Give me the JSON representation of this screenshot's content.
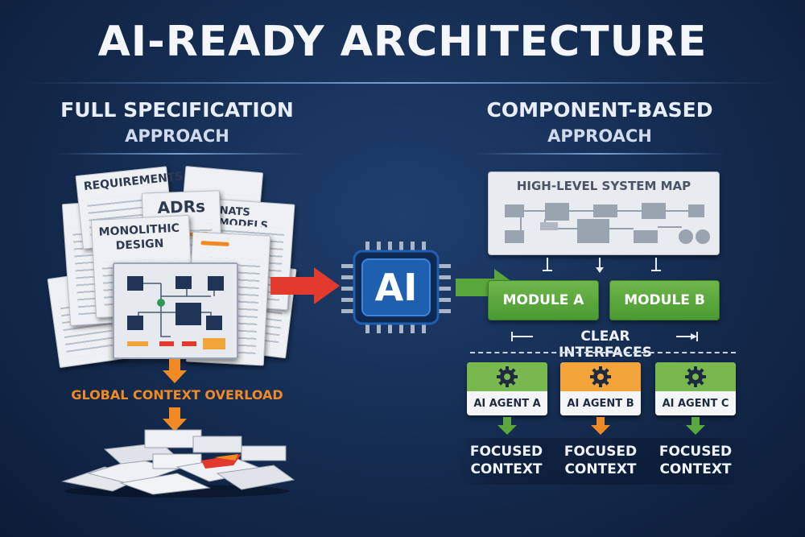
{
  "title": "AI-READY ARCHITECTURE",
  "left": {
    "heading": "FULL SPECIFICATION",
    "subheading": "APPROACH",
    "docs": {
      "requirements": "REQUIREMENTS",
      "adrs": "ADRs",
      "nats": "NATS MODELS",
      "monolithic": "MONOLITHIC DESIGN"
    },
    "overload": "GLOBAL CONTEXT OVERLOAD"
  },
  "center": {
    "chip_label": "AI"
  },
  "right": {
    "heading": "COMPONENT-BASED",
    "subheading": "APPROACH",
    "system_map": "HIGH-LEVEL SYSTEM MAP",
    "module_a": "MODULE A",
    "module_b": "MODULE B",
    "interfaces": "CLEAR INTERFACES",
    "agents": [
      {
        "label": "AI AGENT A",
        "color": "#79b84f",
        "context1": "FOCUSED",
        "context2": "CONTEXT"
      },
      {
        "label": "AI AGENT B",
        "color": "#f2a43a",
        "context1": "FOCUSED",
        "context2": "CONTEXT"
      },
      {
        "label": "AI AGENT C",
        "color": "#79b84f",
        "context1": "FOCUSED",
        "context2": "CONTEXT"
      }
    ]
  },
  "colors": {
    "accent_orange": "#f08a24",
    "accent_red": "#e23a2c",
    "accent_green": "#5aa83c",
    "chip_blue": "#1f5fb0"
  }
}
